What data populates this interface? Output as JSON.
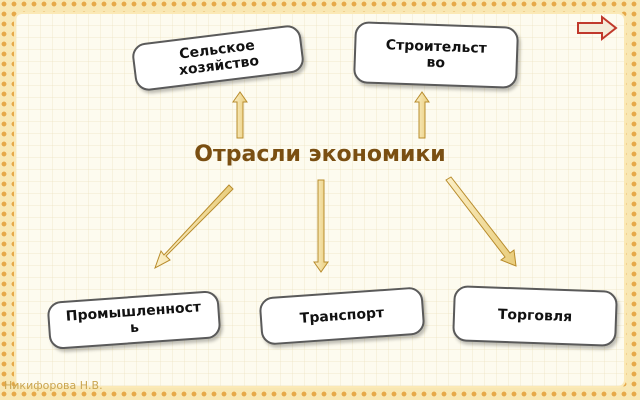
{
  "diagram": {
    "title": "Отрасли экономики",
    "boxes": {
      "agriculture": [
        "Сельское",
        "хозяйство"
      ],
      "construction": [
        "Строительст",
        "во"
      ],
      "industry": [
        "Промышленност",
        "ь"
      ],
      "transport": "Транспорт",
      "trade": "Торговля"
    }
  },
  "footer": {
    "author": "Никифорова Н.В."
  },
  "nav": {
    "icon": "next-arrow-icon"
  },
  "colors": {
    "title": "#7a4f12",
    "frame": "#e6a94a",
    "arrow_fill": "#f4e0a0",
    "arrow_stroke": "#b88c2c"
  }
}
